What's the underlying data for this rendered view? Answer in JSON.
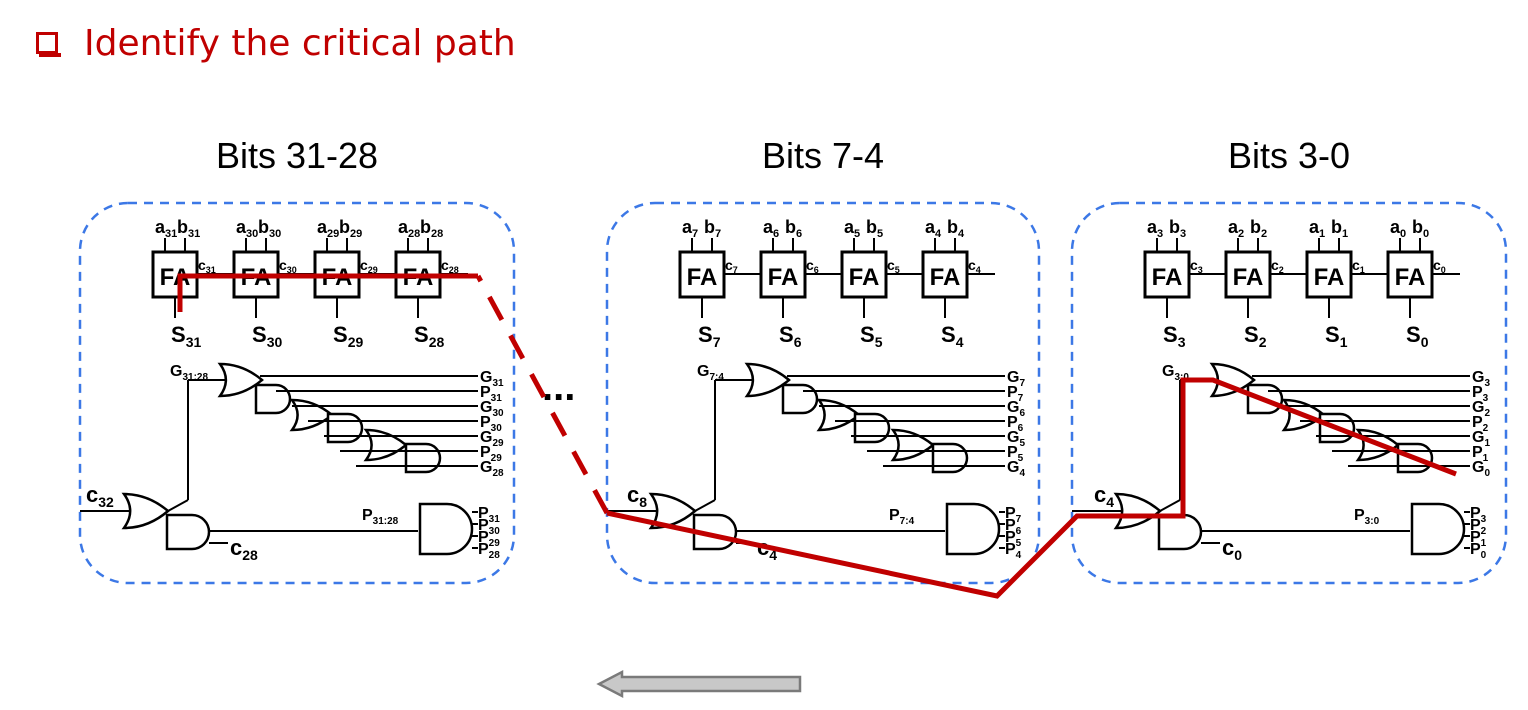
{
  "slide": {
    "title": "Identify the critical path",
    "ellipsis": "...",
    "colors": {
      "title": "#c00000",
      "critical_path": "#c00000",
      "box_border": "#3c78e6",
      "arrow_fill": "#c8c8c8"
    }
  },
  "groups": [
    {
      "heading": "Bits 31-28",
      "inputs": [
        [
          "a",
          "31",
          "b",
          "31"
        ],
        [
          "a",
          "30",
          "b",
          "30"
        ],
        [
          "a",
          "29",
          "b",
          "29"
        ],
        [
          "a",
          "28",
          "b",
          "28"
        ]
      ],
      "fa_label": "FA",
      "carries": [
        [
          "c",
          "31"
        ],
        [
          "c",
          "30"
        ],
        [
          "c",
          "29"
        ],
        [
          "c",
          "28"
        ]
      ],
      "sums": [
        [
          "S",
          "31"
        ],
        [
          "S",
          "30"
        ],
        [
          "S",
          "29"
        ],
        [
          "S",
          "28"
        ]
      ],
      "g_label": [
        "G",
        "31:28"
      ],
      "gp_inputs": [
        [
          "G",
          "31"
        ],
        [
          "P",
          "31"
        ],
        [
          "G",
          "30"
        ],
        [
          "P",
          "30"
        ],
        [
          "G",
          "29"
        ],
        [
          "P",
          "29"
        ],
        [
          "G",
          "28"
        ]
      ],
      "p_label": [
        "P",
        "31:28"
      ],
      "p_inputs": [
        [
          "P",
          "31"
        ],
        [
          "P",
          "30"
        ],
        [
          "P",
          "29"
        ],
        [
          "P",
          "28"
        ]
      ],
      "cout": [
        "c",
        "32"
      ],
      "cin": [
        "c",
        "28"
      ]
    },
    {
      "heading": "Bits 7-4",
      "inputs": [
        [
          "a",
          "7",
          "b",
          "7"
        ],
        [
          "a",
          "6",
          "b",
          "6"
        ],
        [
          "a",
          "5",
          "b",
          "5"
        ],
        [
          "a",
          "4",
          "b",
          "4"
        ]
      ],
      "fa_label": "FA",
      "carries": [
        [
          "c",
          "7"
        ],
        [
          "c",
          "6"
        ],
        [
          "c",
          "5"
        ],
        [
          "c",
          "4"
        ]
      ],
      "sums": [
        [
          "S",
          "7"
        ],
        [
          "S",
          "6"
        ],
        [
          "S",
          "5"
        ],
        [
          "S",
          "4"
        ]
      ],
      "g_label": [
        "G",
        "7:4"
      ],
      "gp_inputs": [
        [
          "G",
          "7"
        ],
        [
          "P",
          "7"
        ],
        [
          "G",
          "6"
        ],
        [
          "P",
          "6"
        ],
        [
          "G",
          "5"
        ],
        [
          "P",
          "5"
        ],
        [
          "G",
          "4"
        ]
      ],
      "p_label": [
        "P",
        "7:4"
      ],
      "p_inputs": [
        [
          "P",
          "7"
        ],
        [
          "P",
          "6"
        ],
        [
          "P",
          "5"
        ],
        [
          "P",
          "4"
        ]
      ],
      "cout": [
        "c",
        "8"
      ],
      "cin": [
        "c",
        "4"
      ]
    },
    {
      "heading": "Bits 3-0",
      "inputs": [
        [
          "a",
          "3",
          "b",
          "3"
        ],
        [
          "a",
          "2",
          "b",
          "2"
        ],
        [
          "a",
          "1",
          "b",
          "1"
        ],
        [
          "a",
          "0",
          "b",
          "0"
        ]
      ],
      "fa_label": "FA",
      "carries": [
        [
          "c",
          "3"
        ],
        [
          "c",
          "2"
        ],
        [
          "c",
          "1"
        ],
        [
          "c",
          "0"
        ]
      ],
      "sums": [
        [
          "S",
          "3"
        ],
        [
          "S",
          "2"
        ],
        [
          "S",
          "1"
        ],
        [
          "S",
          "0"
        ]
      ],
      "g_label": [
        "G",
        "3:0"
      ],
      "gp_inputs": [
        [
          "G",
          "3"
        ],
        [
          "P",
          "3"
        ],
        [
          "G",
          "2"
        ],
        [
          "P",
          "2"
        ],
        [
          "G",
          "1"
        ],
        [
          "P",
          "1"
        ],
        [
          "G",
          "0"
        ]
      ],
      "p_label": [
        "P",
        "3:0"
      ],
      "p_inputs": [
        [
          "P",
          "3"
        ],
        [
          "P",
          "2"
        ],
        [
          "P",
          "1"
        ],
        [
          "P",
          "0"
        ]
      ],
      "cout": [
        "c",
        "4"
      ],
      "cin": [
        "c",
        "0"
      ]
    }
  ]
}
